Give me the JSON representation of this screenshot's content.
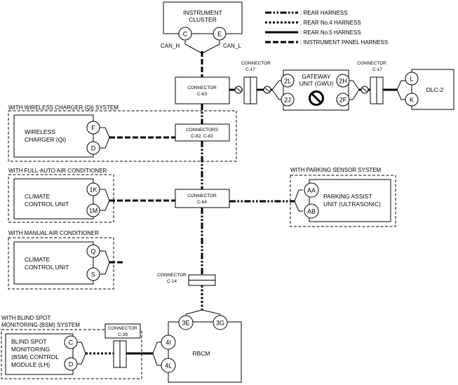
{
  "legend": [
    {
      "line": "rear",
      "label": ": REAR HARNESS"
    },
    {
      "line": "no4",
      "label": ": REAR No.4 HARNESS"
    },
    {
      "line": "no5",
      "label": ": REAR No.5 HARNESS"
    },
    {
      "line": "ip",
      "label": ": INSTRUMENT PANEL HARNESS"
    }
  ],
  "instrument_cluster": {
    "line1": "INSTRUMENT",
    "line2": "CLUSTER",
    "pins": [
      "C",
      "E"
    ],
    "can_h": "CAN_H",
    "can_l": "CAN_L"
  },
  "connector_c63": {
    "line1": "CONNECTOR",
    "line2": "C-63"
  },
  "connector_c17_left": {
    "line1": "CONNECTOR",
    "line2": "C-17"
  },
  "connector_c17_right": {
    "line1": "CONNECTOR",
    "line2": "C-17"
  },
  "gateway": {
    "line1": "GATEWAY",
    "line2": "UNIT (GWU)",
    "pins": [
      "2L",
      "2J",
      "2H",
      "2F"
    ]
  },
  "dlc": {
    "label": "DLC-2",
    "pins": [
      "L",
      "K"
    ]
  },
  "wireless_group": {
    "title": "WITH WIRELESS CHARGER (Qi) SYSTEM",
    "line1": "WIRELESS",
    "line2": "CHARGER (Qi)",
    "pins": [
      "F",
      "D"
    ]
  },
  "connectors_c82_c83": {
    "line1": "CONNECTORS",
    "line2": "C-82, C-83"
  },
  "full_auto_group": {
    "title": "WITH FULL-AUTO AIR CONDITIONER",
    "line1": "CLIMATE",
    "line2": "CONTROL UNIT",
    "pins": [
      "1K",
      "1M"
    ]
  },
  "connector_c64": {
    "line1": "CONNECTOR",
    "line2": "C-64"
  },
  "parking_group": {
    "title": "WITH PARKING SENSOR SYSTEM",
    "line1": "PARKING ASSIST",
    "line2": "UNIT (ULTRASONIC)",
    "pins": [
      "AA",
      "AB"
    ]
  },
  "manual_group": {
    "title": "WITH MANUAL AIR CONDITIONER",
    "line1": "CLIMATE",
    "line2": "CONTROL UNIT",
    "pins": [
      "Q",
      "S"
    ]
  },
  "connector_c14": {
    "line1": "CONNECTOR",
    "line2": "C-14"
  },
  "bsm_group": {
    "title1": "WITH BLIND SPOT",
    "title2": "MONITORING (BSM) SYSTEM",
    "line1": "BLIND SPOT",
    "line2": "MONITORING",
    "line3": "(BSM) CONTROL",
    "line4": "MODULE (LH)",
    "pins": [
      "C",
      "D"
    ]
  },
  "connector_c39": {
    "line1": "CONNECTOR",
    "line2": "C-39"
  },
  "rbcm": {
    "label": "RBCM",
    "pins": [
      "3E",
      "3G",
      "4I",
      "4L"
    ]
  }
}
